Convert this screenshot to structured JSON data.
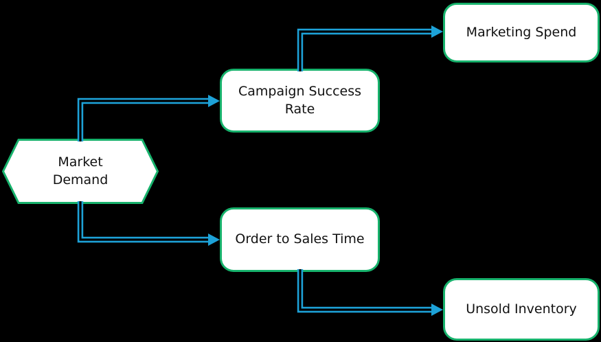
{
  "background": "#000000",
  "colors": {
    "node_fill": "#ffffff",
    "node_border": "#17b26c",
    "edge": "#1da2d8",
    "label_text": "#111111"
  },
  "nodes": {
    "market_demand": {
      "label": "Market Demand",
      "shape": "hexagon"
    },
    "campaign_success_rate": {
      "label": "Campaign Success Rate",
      "shape": "rounded-rectangle"
    },
    "marketing_spend": {
      "label": "Marketing Spend",
      "shape": "rounded-rectangle"
    },
    "order_to_sales_time": {
      "label": "Order to Sales Time",
      "shape": "rounded-rectangle"
    },
    "unsold_inventory": {
      "label": "Unsold Inventory",
      "shape": "rounded-rectangle"
    }
  },
  "edges": [
    {
      "from": "Market Demand",
      "to": "Campaign Success Rate"
    },
    {
      "from": "Market Demand",
      "to": "Order to Sales Time"
    },
    {
      "from": "Campaign Success Rate",
      "to": "Marketing Spend"
    },
    {
      "from": "Order to Sales Time",
      "to": "Unsold Inventory"
    }
  ]
}
